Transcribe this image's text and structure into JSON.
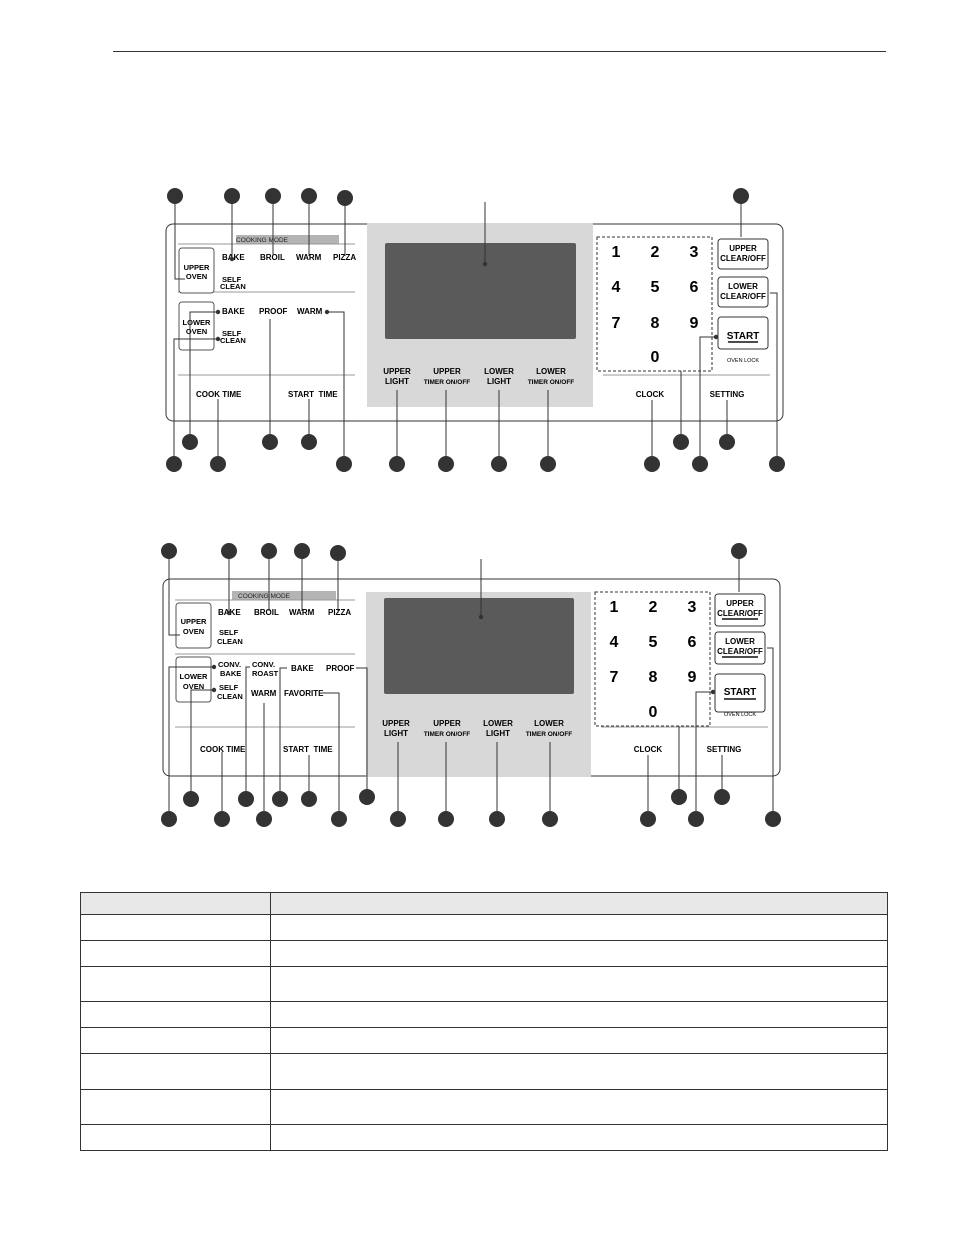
{
  "panels": [
    {
      "top_row": [
        "BAKE",
        "BROIL",
        "WARM",
        "PIZZA"
      ],
      "cooking_mode": "COOKING MODE",
      "upper_oven": [
        "UPPER",
        "OVEN"
      ],
      "lower_oven": [
        "LOWER",
        "OVEN"
      ],
      "upper_self_clean": [
        "SELF",
        "CLEAN"
      ],
      "lower_modes": [
        {
          "lines": [
            "BAKE"
          ]
        },
        {
          "lines": [
            "PROOF"
          ]
        },
        {
          "lines": [
            "WARM"
          ]
        },
        {
          "lines": [
            "SELF",
            "CLEAN"
          ]
        }
      ],
      "cook_time": "COOK TIME",
      "start_time": "START  TIME",
      "display_buttons": [
        [
          "UPPER",
          "LIGHT"
        ],
        [
          "UPPER",
          "TIMER ON/OFF"
        ],
        [
          "LOWER",
          "LIGHT"
        ],
        [
          "LOWER",
          "TIMER ON/OFF"
        ]
      ],
      "keypad": [
        "1",
        "2",
        "3",
        "4",
        "5",
        "6",
        "7",
        "8",
        "9",
        "0"
      ],
      "upper_clear": [
        "UPPER",
        "CLEAR/OFF"
      ],
      "lower_clear": [
        "LOWER",
        "CLEAR/OFF"
      ],
      "start": "START",
      "oven_lock": "OVEN LOCK",
      "clock": "CLOCK",
      "setting": "SETTING"
    },
    {
      "top_row": [
        "BAKE",
        "BROIL",
        "WARM",
        "PIZZA"
      ],
      "cooking_mode": "COOKING MODE",
      "upper_oven": [
        "UPPER",
        "OVEN"
      ],
      "lower_oven": [
        "LOWER",
        "OVEN"
      ],
      "upper_self_clean": [
        "SELF",
        "CLEAN"
      ],
      "lower_modes": [
        {
          "lines": [
            "CONV.",
            "BAKE"
          ]
        },
        {
          "lines": [
            "CONV.",
            "ROAST"
          ]
        },
        {
          "lines": [
            "BAKE"
          ]
        },
        {
          "lines": [
            "PROOF"
          ]
        },
        {
          "lines": [
            "SELF",
            "CLEAN"
          ]
        },
        {
          "lines": [
            "WARM"
          ]
        },
        {
          "lines": [
            "FAVORITE"
          ]
        }
      ],
      "cook_time": "COOK TIME",
      "start_time": "START  TIME",
      "display_buttons": [
        [
          "UPPER",
          "LIGHT"
        ],
        [
          "UPPER",
          "TIMER ON/OFF"
        ],
        [
          "LOWER",
          "LIGHT"
        ],
        [
          "LOWER",
          "TIMER ON/OFF"
        ]
      ],
      "keypad": [
        "1",
        "2",
        "3",
        "4",
        "5",
        "6",
        "7",
        "8",
        "9",
        "0"
      ],
      "upper_clear": [
        "UPPER",
        "CLEAR/OFF"
      ],
      "lower_clear": [
        "LOWER",
        "CLEAR/OFF"
      ],
      "start": "START",
      "oven_lock": "OVEN LOCK",
      "clock": "CLOCK",
      "setting": "SETTING"
    }
  ],
  "table": {
    "headers": [
      "",
      ""
    ],
    "rows": [
      [
        "",
        ""
      ],
      [
        "",
        ""
      ],
      [
        "",
        ""
      ],
      [
        "",
        ""
      ],
      [
        "",
        ""
      ],
      [
        "",
        ""
      ],
      [
        "",
        ""
      ],
      [
        "",
        ""
      ]
    ]
  },
  "colors": {
    "display": "#5a5a5a",
    "display_area": "#d8d8d8",
    "callout": "#333333",
    "mode_band": "#b4b4b4"
  }
}
